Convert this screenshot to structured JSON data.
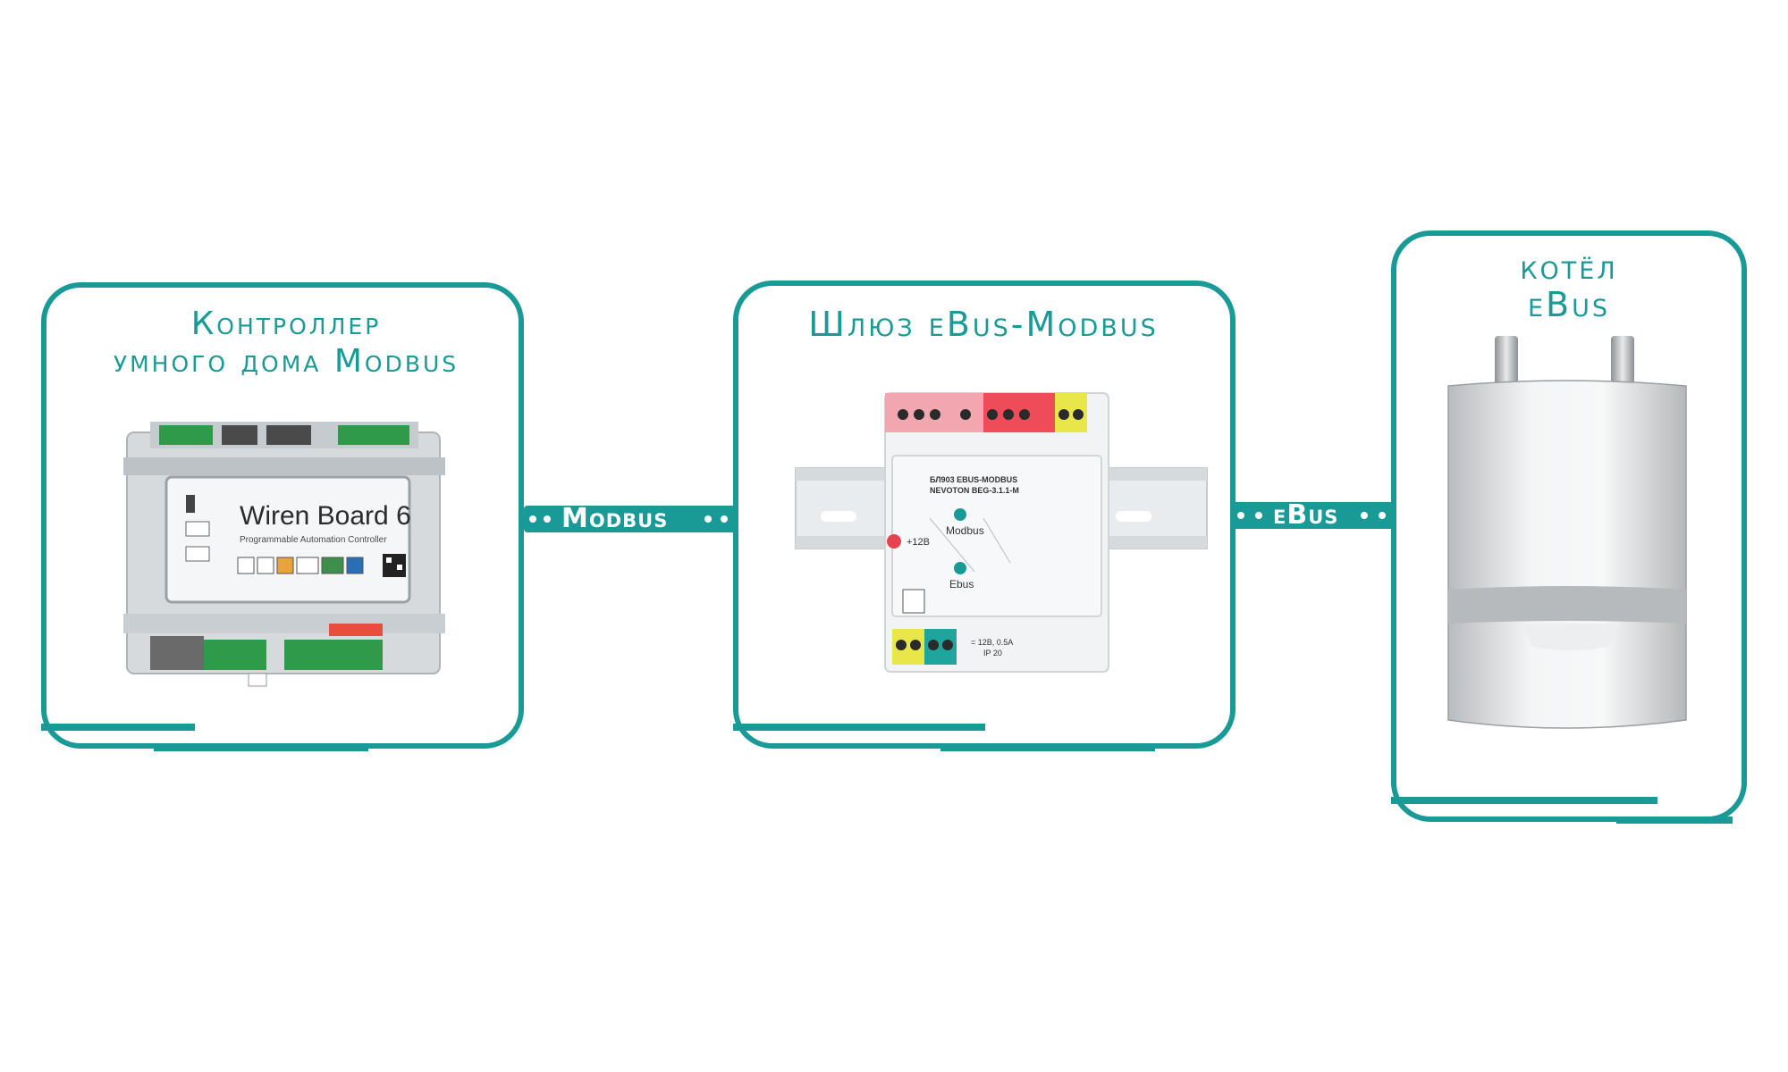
{
  "colors": {
    "accent": "#1a9a96",
    "wire_text": "#ffffff"
  },
  "controller": {
    "title_line1": "Контроллер",
    "title_line2": "умного дома Modbus",
    "device_brand": "Wiren Board 6",
    "device_subtitle": "Programmable Automation Controller"
  },
  "gateway": {
    "title": "Шлюз eBus-Modbus",
    "label_line1": "БЛ903 EBUS-MODBUS",
    "label_line2": "NEVOTON BEG-3.1.1-M",
    "port_power": "+12В",
    "port_modbus": "Modbus",
    "port_ebus": "Ebus",
    "spec_line1": "= 12В, 0.5А",
    "spec_line2": "IP 20"
  },
  "boiler": {
    "title_line1": "котёл",
    "title_line2": "eBus"
  },
  "links": {
    "left": "Modbus",
    "right": "eBus"
  }
}
